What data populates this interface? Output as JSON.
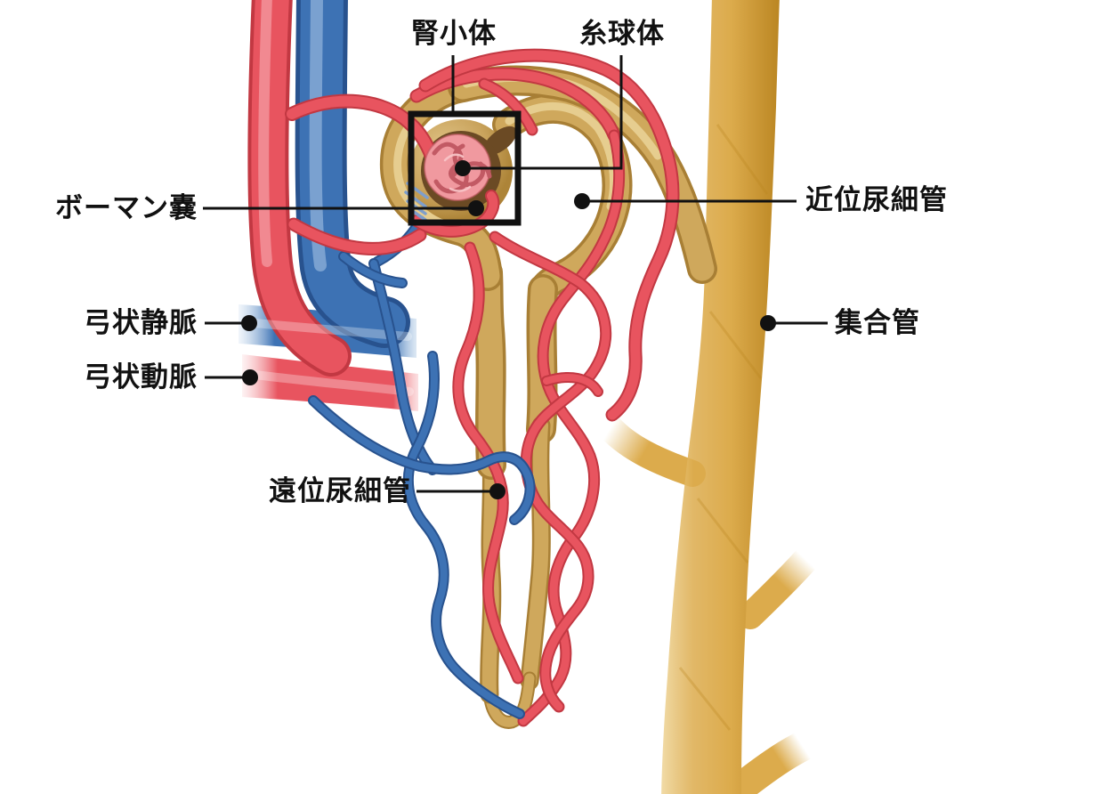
{
  "diagram": {
    "subject": "nephron-anatomy",
    "background": "#ffffff"
  },
  "labels": {
    "renal_corpuscle": "腎小体",
    "glomerulus": "糸球体",
    "bowmans_capsule": "ボーマン嚢",
    "arcuate_vein": "弓状静脈",
    "arcuate_artery": "弓状動脈",
    "distal_tubule": "遠位尿細管",
    "proximal_tubule": "近位尿細管",
    "collecting_duct": "集合管"
  },
  "colors": {
    "background": "#ffffff",
    "label_text": "#111111",
    "leader_line": "#111111",
    "artery_red": "#e8545f",
    "artery_red_dark": "#c23842",
    "artery_red_light": "#f6adb2",
    "vein_blue": "#3d72b4",
    "vein_blue_dark": "#28528e",
    "vein_blue_light": "#a3c2e2",
    "tubule_tan": "#cfa85c",
    "tubule_tan_dark": "#a87f35",
    "tubule_tan_light": "#ead398",
    "duct_gold": "#dcab4c",
    "duct_gold_dark": "#b8831f",
    "duct_gold_light": "#f3dfae",
    "capsule_tan": "#c9a35c",
    "capsule_light": "#e2c68a",
    "capsule_dark": "#ad8438",
    "capsule_cavity": "#6b4a24",
    "glomerulus_pink": "#f0999f",
    "glomerulus_coil": "#c25a64",
    "glomerulus_light": "#f8c6c9",
    "jg_blue": "#7e9ecb",
    "box_stroke": "#111111"
  }
}
